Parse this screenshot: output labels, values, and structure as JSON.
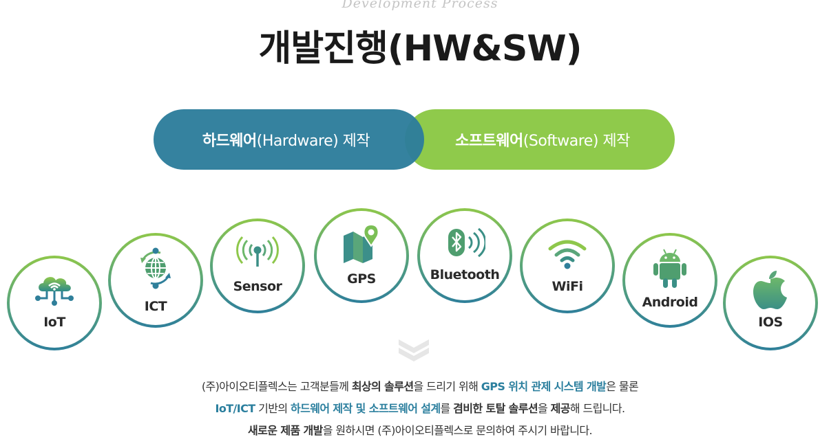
{
  "header": {
    "eyebrow": "Development Process",
    "title": "개발진행(HW&SW)"
  },
  "pills": {
    "hardware": {
      "bold": "하드웨어",
      "rest": "(Hardware) 제작"
    },
    "software": {
      "bold": "소프트웨어",
      "rest": "(Software) 제작"
    }
  },
  "colors": {
    "hardware": "#2d7d9b",
    "software": "#8fca4b",
    "highlight": "#2b7f9e"
  },
  "items": [
    {
      "label": "IoT",
      "icon": "iot-cloud-icon"
    },
    {
      "label": "ICT",
      "icon": "globe-sync-icon"
    },
    {
      "label": "Sensor",
      "icon": "sensor-signal-icon"
    },
    {
      "label": "GPS",
      "icon": "map-pin-icon"
    },
    {
      "label": "Bluetooth",
      "icon": "bluetooth-icon"
    },
    {
      "label": "WiFi",
      "icon": "wifi-icon"
    },
    {
      "label": "Android",
      "icon": "android-icon"
    },
    {
      "label": "IOS",
      "icon": "apple-icon"
    }
  ],
  "description": {
    "line1": {
      "p1": "(주)아이오티플렉스는 고객분들께 ",
      "b1": "최상의 솔루션",
      "p2": "을 드리기 위해 ",
      "h1": "GPS 위치 관제 시스템 개발",
      "p3": "은 물론"
    },
    "line2": {
      "h1": "IoT/ICT",
      "p1": " 기반의 ",
      "h2": "하드웨어 제작 및 소프트웨어 설계",
      "p2": "를 ",
      "b1": "겸비한 토탈 솔루션",
      "p3": "을 ",
      "b2": "제공",
      "p4": "해 드립니다."
    },
    "line3": {
      "b1": "새로운 제품 개발",
      "p1": "을 원하시면 (주)아이오티플렉스로 문의하여 주시기 바랍니다."
    }
  }
}
